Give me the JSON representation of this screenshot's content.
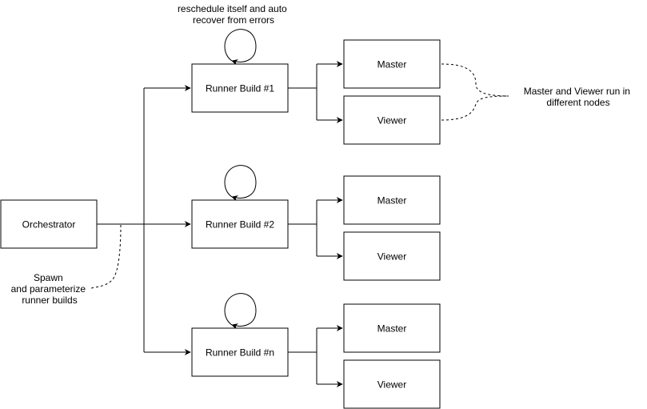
{
  "nodes": {
    "orchestrator": "Orchestrator",
    "runners": [
      {
        "label": "Runner Build #1",
        "master": "Master",
        "viewer": "Viewer"
      },
      {
        "label": "Runner Build #2",
        "master": "Master",
        "viewer": "Viewer"
      },
      {
        "label": "Runner Build #n",
        "master": "Master",
        "viewer": "Viewer"
      }
    ]
  },
  "annotations": {
    "reschedule": [
      "reschedule itself and auto",
      "recover from errors"
    ],
    "spawn": [
      "Spawn",
      "and parameterize",
      "runner builds"
    ],
    "nodes_note": [
      "Master and Viewer run in",
      "different nodes"
    ]
  }
}
